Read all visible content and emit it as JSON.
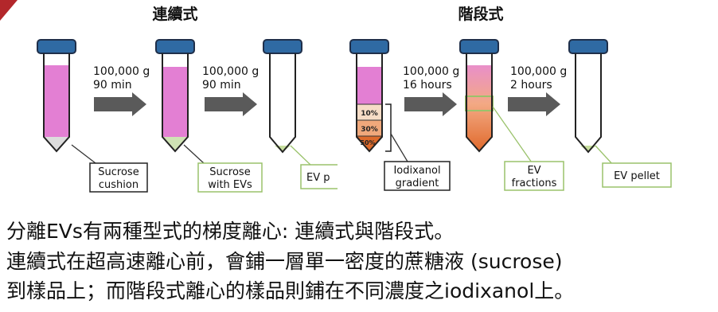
{
  "diagram": {
    "headers": {
      "continuous": "連續式",
      "stepwise": "階段式"
    },
    "arrows": [
      {
        "line1": "100,000 g",
        "line2": "90 min"
      },
      {
        "line1": "100,000 g",
        "line2": "90 min"
      },
      {
        "line1": "100,000 g",
        "line2": "16 hours"
      },
      {
        "line1": "100,000 g",
        "line2": "2 hours"
      }
    ],
    "gradient_layers": [
      "10%",
      "30%",
      "50%"
    ],
    "labels": {
      "sucrose_cushion": [
        "Sucrose",
        "cushion"
      ],
      "sucrose_with_evs": [
        "Sucrose",
        "with EVs"
      ],
      "ev_pellet_cut": "EV p",
      "iodixanol_gradient": [
        "Iodixanol",
        "gradient"
      ],
      "ev_fractions": [
        "EV",
        "fractions"
      ],
      "ev_pellet": "EV pellet"
    },
    "colors": {
      "cap": "#2f6aa3",
      "pink": "#e37fd3",
      "orange_light": "#f6dcc6",
      "orange_mid": "#f0a87b",
      "orange_dark": "#dd6a2b",
      "arrow": "#5a5a5a",
      "callout_border": "#9ac26b"
    }
  },
  "caption": {
    "line1": "分離EVs有兩種型式的梯度離心: 連續式與階段式。",
    "line2": "連續式在超高速離心前，會鋪一層單一密度的蔗糖液 (sucrose)",
    "line3": "到樣品上；而階段式離心的樣品則鋪在不同濃度之iodixanol上。"
  }
}
